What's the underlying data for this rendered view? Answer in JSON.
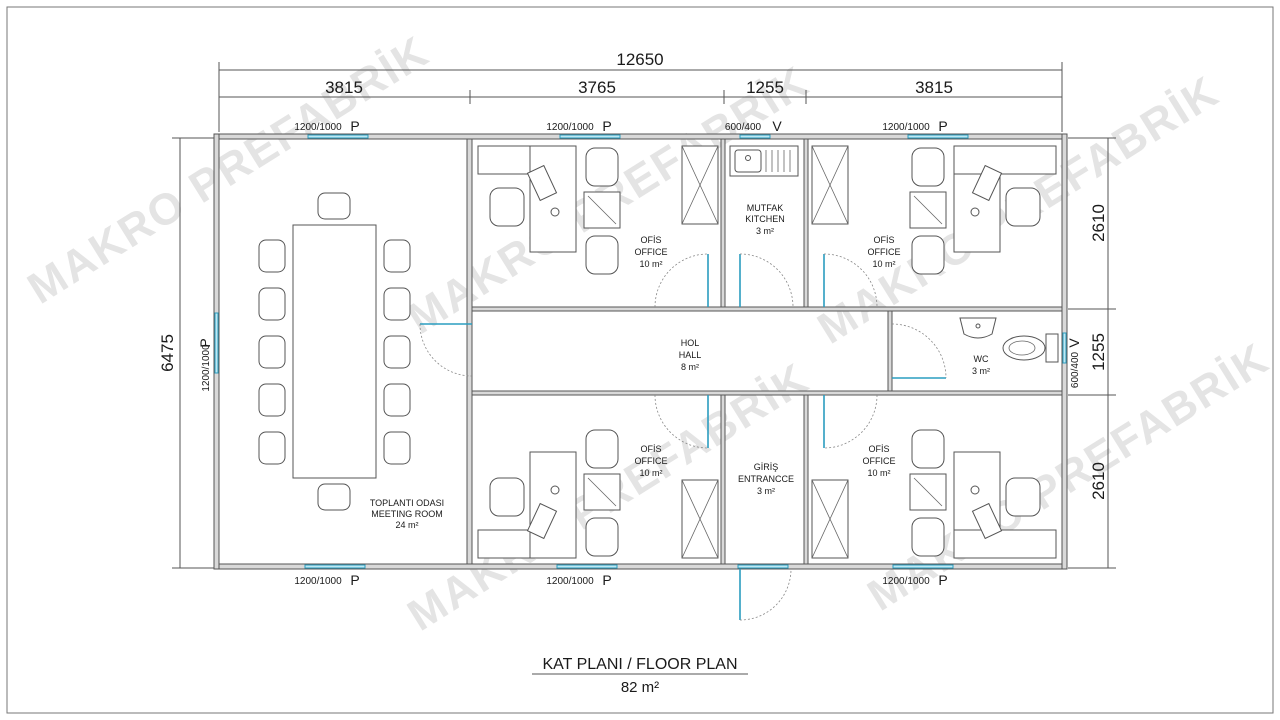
{
  "watermark": "MAKRO PREFABRİK",
  "dimensions": {
    "total_width": "12650",
    "segments": [
      "3815",
      "3765",
      "1255",
      "3815"
    ],
    "total_height": "6475",
    "right_segments": [
      "2610",
      "1255",
      "2610"
    ]
  },
  "windows": {
    "large": "1200/1000",
    "small": "600/400",
    "mark_p": "P",
    "mark_v": "V"
  },
  "rooms": {
    "meeting": [
      "TOPLANTI ODASI",
      "MEETING ROOM",
      "24 m²"
    ],
    "office_tl": [
      "OFİS",
      "OFFICE",
      "10 m²"
    ],
    "office_tr": [
      "OFİS",
      "OFFICE",
      "10 m²"
    ],
    "office_bl": [
      "OFİS",
      "OFFICE",
      "10 m²"
    ],
    "office_br": [
      "OFİS",
      "OFFICE",
      "10 m²"
    ],
    "kitchen": [
      "MUTFAK",
      "KITCHEN",
      "3 m²"
    ],
    "hall": [
      "HOL",
      "HALL",
      "8 m²"
    ],
    "wc": [
      "WC",
      "3 m²"
    ],
    "entrance": [
      "GİRİŞ",
      "ENTRANCCE",
      "3 m²"
    ]
  },
  "title": {
    "line1": "KAT PLANI / FLOOR PLAN",
    "line2": "82 m²"
  }
}
